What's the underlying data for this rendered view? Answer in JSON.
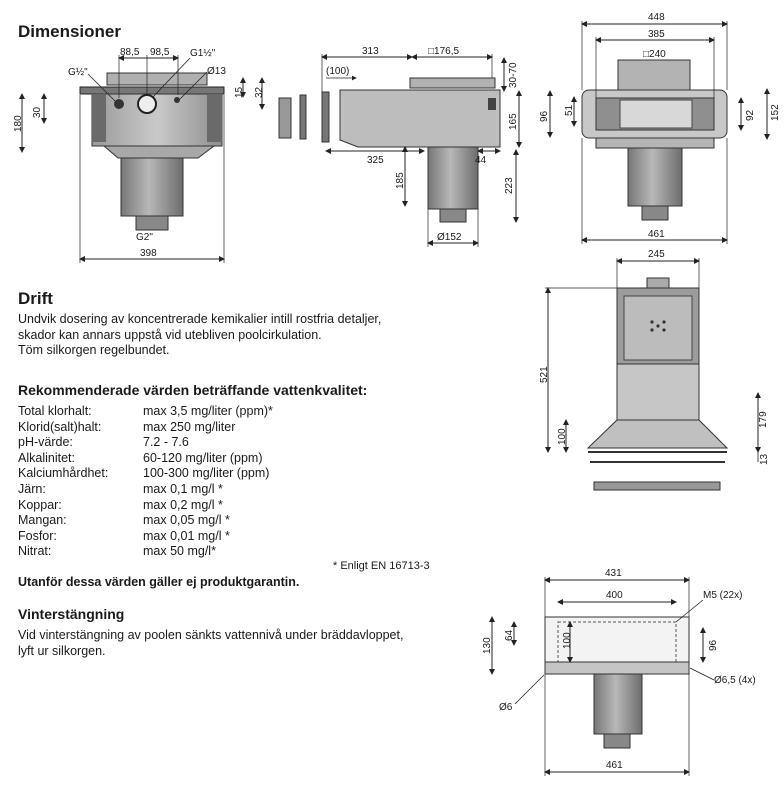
{
  "sections": {
    "dimensioner": "Dimensioner",
    "drift": "Drift",
    "water_quality": "Rekommenderade värden beträffande vattenkvalitet:",
    "vinter": "Vinterstängning"
  },
  "drift_text": [
    "Undvik dosering av koncentrerade kemikalier intill rostfria detaljer,",
    "skador kan annars uppstå vid utebliven poolcirkulation.",
    "Töm silkorgen regelbundet."
  ],
  "water_quality": [
    {
      "label": "Total klorhalt:",
      "value": "max 3,5 mg/liter (ppm)*"
    },
    {
      "label": "Klorid(salt)halt:",
      "value": "max 250 mg/liter"
    },
    {
      "label": "pH-värde:",
      "value": "7.2 - 7.6"
    },
    {
      "label": "Alkalinitet:",
      "value": "60-120 mg/liter (ppm)"
    },
    {
      "label": "Kalciumhårdhet:",
      "value": "100-300 mg/liter (ppm)"
    },
    {
      "label": "Järn:",
      "value": "max 0,1 mg/l *"
    },
    {
      "label": "Koppar:",
      "value": "max 0,2 mg/l *"
    },
    {
      "label": "Mangan:",
      "value": "max 0,05 mg/l *"
    },
    {
      "label": "Fosfor:",
      "value": "max 0,01 mg/l *"
    },
    {
      "label": "Nitrat:",
      "value": "max 50 mg/l*"
    }
  ],
  "footnote": "* Enligt EN 16713-3",
  "warranty": "Utanför dessa värden gäller ej produktgarantin.",
  "vinter_text": [
    "Vid vinterstängning av poolen sänkts vattennivå under bräddavloppet,",
    "lyft ur silkorgen."
  ],
  "drawings": {
    "front": {
      "d88": "88,5",
      "d98": "98,5",
      "g12": "G½\"",
      "g112": "G1½\"",
      "d13": "Ø13",
      "d15": "15",
      "d32": "32",
      "d30": "30",
      "d180": "180",
      "g2": "G2\"",
      "d398": "398"
    },
    "side": {
      "d313": "313",
      "sq176": "□176,5",
      "d3070": "30-70",
      "d100": "(100)",
      "d165": "165",
      "d325": "325",
      "d44": "44",
      "d185": "185",
      "d223": "223",
      "d152": "Ø152"
    },
    "top": {
      "d448": "448",
      "d385": "385",
      "sq240": "□240",
      "d51": "51",
      "d96": "96",
      "d92": "92",
      "d152": "152",
      "d461": "461"
    },
    "rear": {
      "d245": "245",
      "d521": "521",
      "d179": "179",
      "d100": "100",
      "d13": "13"
    },
    "flange": {
      "d431": "431",
      "d400": "400",
      "m5": "M5 (22x)",
      "d130": "130",
      "d64": "64",
      "d100": "100",
      "d96": "96",
      "d65": "Ø6,5 (4x)",
      "d6": "Ø6",
      "d461": "461"
    }
  }
}
